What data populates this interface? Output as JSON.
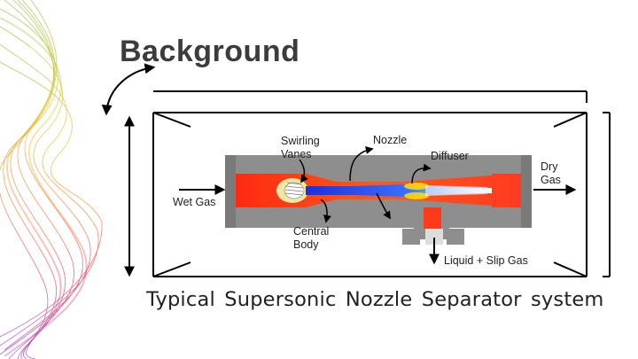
{
  "slide": {
    "title": "Background"
  },
  "diagram": {
    "labels": {
      "swirling_vanes": "Swirling Vanes",
      "nozzle": "Nozzle",
      "diffuser": "Diffuser",
      "dry_gas": "Dry Gas",
      "wet_gas": "Wet Gas",
      "central_body": "Central Body",
      "liquid_slip_gas": "Liquid + Slip Gas"
    },
    "caption": "Typical Supersonic Nozzle Separator system"
  },
  "colors": {
    "title": "#3c3c3c",
    "pipe": "#8c8c8c",
    "hot": "#ff3a1a",
    "flow": "#1a30e0",
    "shock": "#ffe000"
  }
}
